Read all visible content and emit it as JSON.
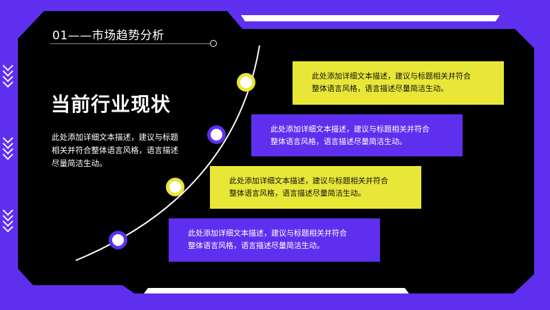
{
  "section": {
    "number": "01",
    "title": "市场趋势分析"
  },
  "heading": "当前行业现状",
  "description": "此处添加详细文本描述，建议与标题相关并符合整体语言风格，语言描述尽量简洁生动。",
  "cards": [
    {
      "line1": "此处添加详细文本描述，建议与标题相关并符合",
      "line2": "整体语言风格，语言描述尽量简洁生动。",
      "style": "yellow"
    },
    {
      "line1": "此处添加详细文本描述，建议与标题相关并符合",
      "line2": "整体语言风格，语言描述尽量简洁生动。",
      "style": "purple"
    },
    {
      "line1": "此处添加详细文本描述，建议与标题相关并符合",
      "line2": "整体语言风格，语言描述尽量简洁生动。",
      "style": "yellow"
    },
    {
      "line1": "此处添加详细文本描述，建议与标题相关并符合",
      "line2": "整体语言风格，语言描述尽量简洁生动。",
      "style": "purple"
    }
  ],
  "colors": {
    "accent_purple": "#5f2ff0",
    "accent_yellow": "#e8e737",
    "panel": "#000000",
    "text": "#ffffff"
  },
  "decor": {
    "chevron_icon": "double-chevron-down-icon"
  }
}
